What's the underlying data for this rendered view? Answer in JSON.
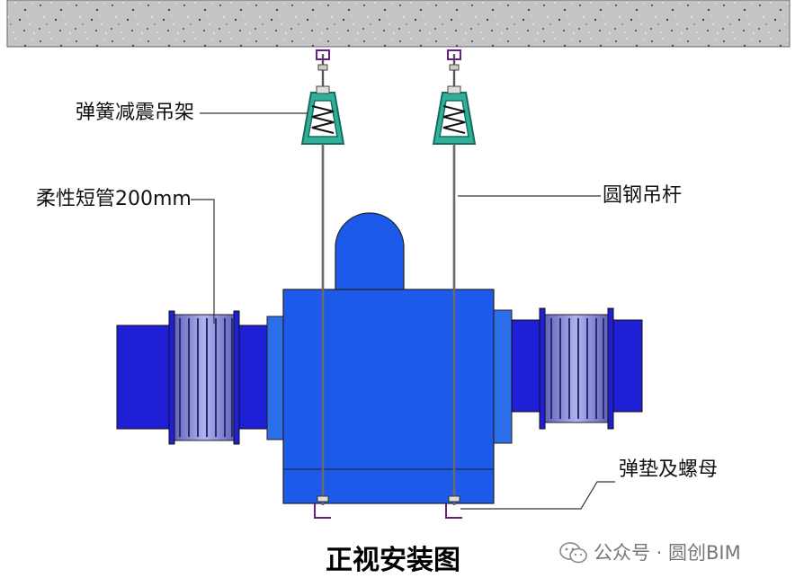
{
  "labels": {
    "spring_hanger": "弹簧减震吊架",
    "flexible_duct": "柔性短管200mm",
    "steel_rod": "圆钢吊杆",
    "washer_nut": "弹垫及螺母"
  },
  "caption": "正视安装图",
  "watermark": {
    "icon": "wechat-icon",
    "text": "公众号 · 圆创BIM"
  },
  "colors": {
    "duct_blue": "#1f1fd6",
    "unit_blue": "#1e5aea",
    "bellows_purple": "#8a8cd8",
    "hanger_green": "#2fb09a",
    "ceiling_gray": "#b8b8b8"
  }
}
